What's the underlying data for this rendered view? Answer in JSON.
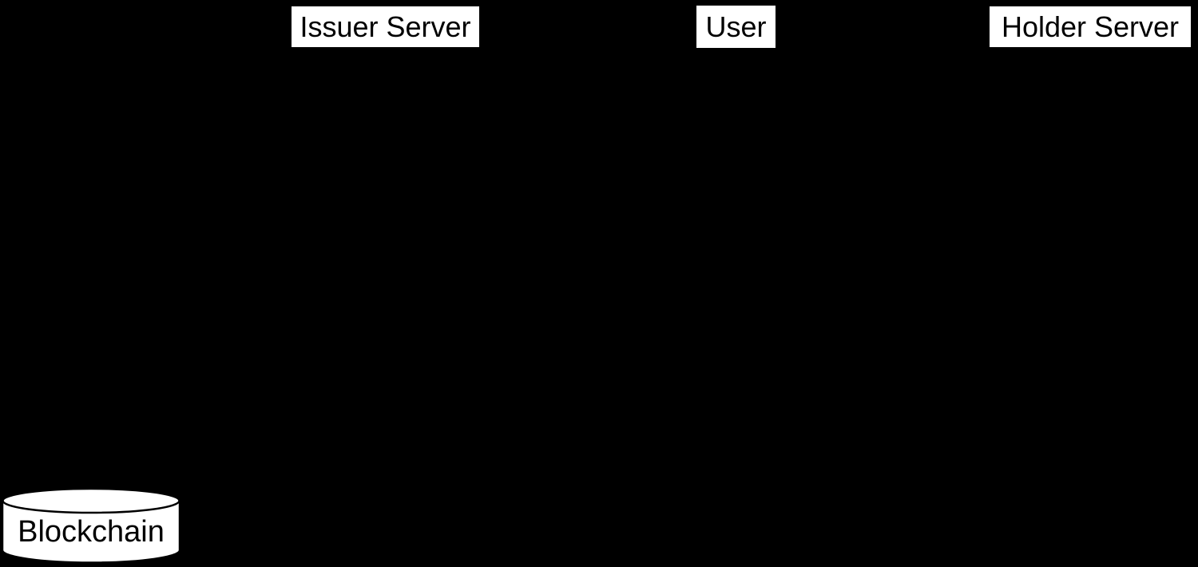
{
  "diagram": {
    "type": "sequence-diagram",
    "background_color": "#000000",
    "node_fill_color": "#ffffff",
    "node_border_color": "#000000",
    "node_text_color": "#000000",
    "participants": [
      {
        "label": "Issuer Server",
        "shape": "box"
      },
      {
        "label": "User",
        "shape": "box"
      },
      {
        "label": "Holder Server",
        "shape": "box"
      },
      {
        "label": "Blockchain",
        "shape": "database-cylinder"
      }
    ]
  }
}
